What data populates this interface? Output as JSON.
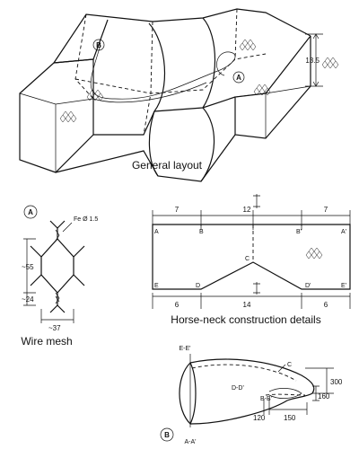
{
  "captions": {
    "general_layout": "General layout",
    "wire_mesh": "Wire mesh",
    "horse_neck": "Horse-neck construction details"
  },
  "general": {
    "callout_b": "B",
    "callout_a": "A",
    "height_dim": "13.5"
  },
  "wire_mesh": {
    "callout": "A",
    "wire_spec": "Fe Ø 1.5",
    "dim_height": "~55",
    "dim_twist": "~24",
    "dim_width": "~37"
  },
  "horse_neck": {
    "top_dims": [
      "7",
      "12",
      "7"
    ],
    "bottom_dims": [
      "6",
      "14",
      "6"
    ],
    "points": {
      "A": "A",
      "B": "B",
      "B1": "B'",
      "A1": "A'",
      "C": "C",
      "E": "E",
      "D": "D",
      "D1": "D'",
      "E1": "E'"
    }
  },
  "section_b": {
    "callout": "B",
    "ee": "E-E'",
    "aa": "A-A'",
    "c": "C",
    "dd": "D-D'",
    "bb": "B-B'",
    "dim_300": "300",
    "dim_160": "160",
    "dim_120": "120",
    "dim_150": "150"
  }
}
